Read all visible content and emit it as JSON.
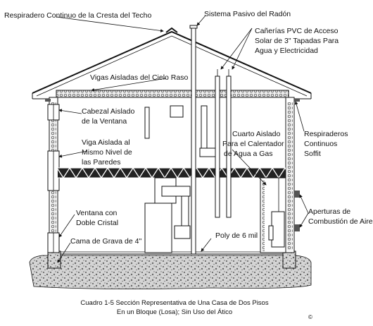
{
  "labels": {
    "ridge_vent": "Respiradero Continuo de la Cresta del Techo",
    "radon_system": "Sistema Pasivo del Radón",
    "pvc_pipes_line1": "Cañerías  PVC de Acceso",
    "pvc_pipes_line2": "Solar de 3\" Tapadas Para",
    "pvc_pipes_line3": "Agua y Electricidad",
    "ceiling_joists": "Vigas Aisladas del Cielo Raso",
    "window_header_line1": "Cabezal Aislado",
    "window_header_line2": "de la Ventana",
    "heater_room_line1": "Cuarto Aislado",
    "heater_room_line2": "Para el Calentador",
    "heater_room_line3": "de Agua a Gas",
    "soffit_vents_line1": "Respiraderos",
    "soffit_vents_line2": "Continuos",
    "soffit_vents_line3": "Soffit",
    "rim_joist_line1": "Viga Aislada al",
    "rim_joist_line2": "Mismo Nivel de",
    "rim_joist_line3": "las Paredes",
    "window_line1": "Ventana con",
    "window_line2": "Doble Cristal",
    "combustion_line1": "Aperturas de",
    "combustion_line2": "Combustión de Aire",
    "vapor_barrier": "Poly de 6 mil",
    "gravel_bed": "Cama de Grava de 4\""
  },
  "caption": {
    "line1": "Cuadro 1-5 Sección Representativa de Una Casa de Dos Pisos",
    "line2": "En un Bloque (Losa); Sin Uso del Ático",
    "copyright": "©"
  }
}
